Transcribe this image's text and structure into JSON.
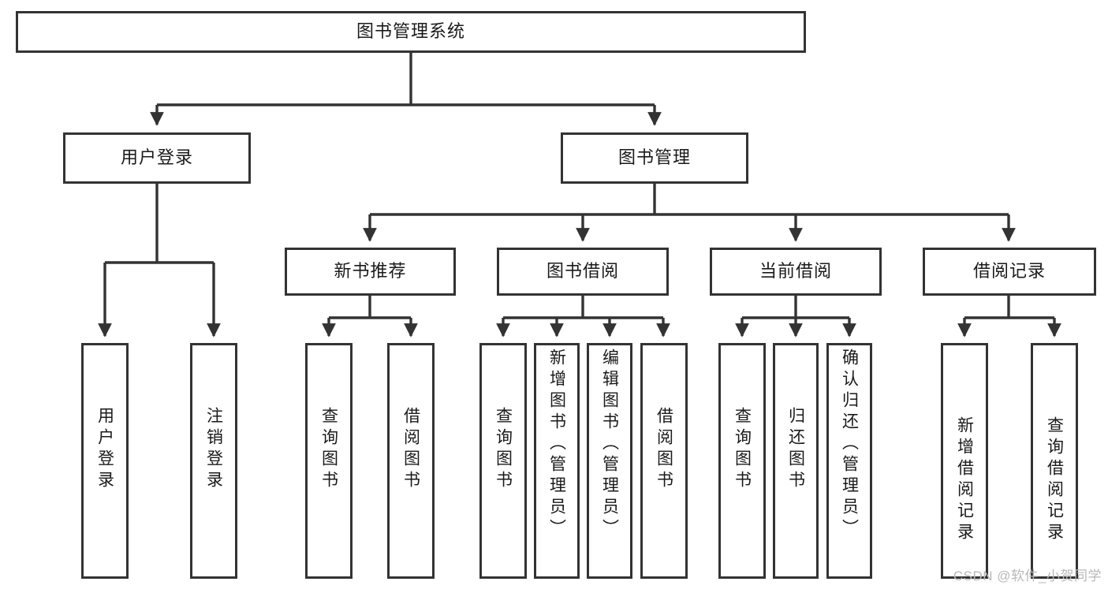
{
  "diagram": {
    "title": "图书管理系统",
    "type": "tree-hierarchy-chart",
    "root": {
      "id": "root",
      "label": "图书管理系统"
    },
    "level2": [
      {
        "id": "user-login",
        "label": "用户登录"
      },
      {
        "id": "book-manage",
        "label": "图书管理"
      }
    ],
    "level3": [
      {
        "id": "new-book-rec",
        "label": "新书推荐"
      },
      {
        "id": "book-borrow",
        "label": "图书借阅"
      },
      {
        "id": "current-borrow",
        "label": "当前借阅"
      },
      {
        "id": "borrow-record",
        "label": "借阅记录"
      }
    ],
    "leaves": {
      "user_login": [
        {
          "id": "leaf-user-login",
          "label": "用户登录"
        },
        {
          "id": "leaf-logout",
          "label": "注销登录"
        }
      ],
      "new_book_rec": [
        {
          "id": "leaf-query-book-1",
          "label": "查询图书"
        },
        {
          "id": "leaf-borrow-book-1",
          "label": "借阅图书"
        }
      ],
      "book_borrow": [
        {
          "id": "leaf-query-book-2",
          "label": "查询图书"
        },
        {
          "id": "leaf-add-book",
          "label": "新增图书（管理员）"
        },
        {
          "id": "leaf-edit-book",
          "label": "编辑图书（管理员）"
        },
        {
          "id": "leaf-borrow-book-2",
          "label": "借阅图书"
        }
      ],
      "current_borrow": [
        {
          "id": "leaf-query-book-3",
          "label": "查询图书"
        },
        {
          "id": "leaf-return-book",
          "label": "归还图书"
        },
        {
          "id": "leaf-confirm-return",
          "label": "确认归还（管理员）"
        }
      ],
      "borrow_record": [
        {
          "id": "leaf-add-record",
          "label": "新增借阅记录"
        },
        {
          "id": "leaf-query-record",
          "label": "查询借阅记录"
        }
      ]
    }
  },
  "watermark": {
    "text": "CSDN @软件_小贺同学"
  },
  "colors": {
    "box_border": "#333333",
    "box_fill": "#ffffff",
    "line": "#333333",
    "text": "#1a1a1a",
    "watermark": "#b8b8b8",
    "background": "#ffffff"
  }
}
